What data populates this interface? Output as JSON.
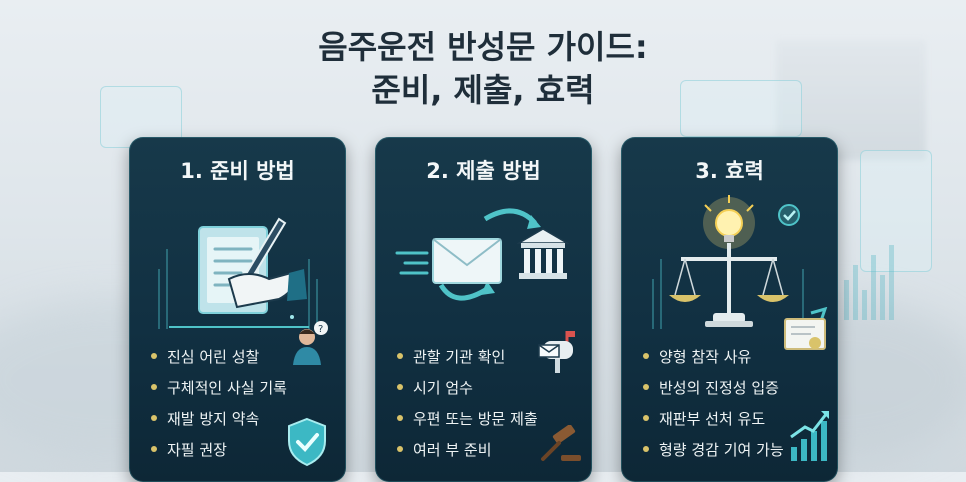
{
  "header": {
    "title_line1": "음주운전 반성문 가이드:",
    "title_line2": "준비, 제출, 효력"
  },
  "cards": [
    {
      "title": "1. 준비 방법",
      "items": [
        "진심 어린 성찰",
        "구체적인 사실 기록",
        "재발 방지 약속",
        "자필 권장"
      ]
    },
    {
      "title": "2. 제출 방법",
      "items": [
        "관할 기관 확인",
        "시기 엄수",
        "우편 또는 방문 제출",
        "여러 부 준비"
      ]
    },
    {
      "title": "3. 효력",
      "items": [
        "양형 참작 사유",
        "반성의 진정성 입증",
        "재판부 선처 유도",
        "형량 경감 기여 가능"
      ]
    }
  ],
  "colors": {
    "card_bg": "#113042",
    "bullet": "#d9c36a",
    "accent_teal": "#4fc3c8",
    "title_text": "#1f2e3a"
  },
  "icons": {
    "card1": [
      "document-pen-icon",
      "person-question-icon",
      "shield-check-icon"
    ],
    "card2": [
      "envelope-icon",
      "courthouse-icon",
      "mailbox-icon",
      "gavel-icon"
    ],
    "card3": [
      "justice-scale-icon",
      "lightbulb-icon",
      "certificate-icon",
      "trend-arrow-icon"
    ]
  }
}
